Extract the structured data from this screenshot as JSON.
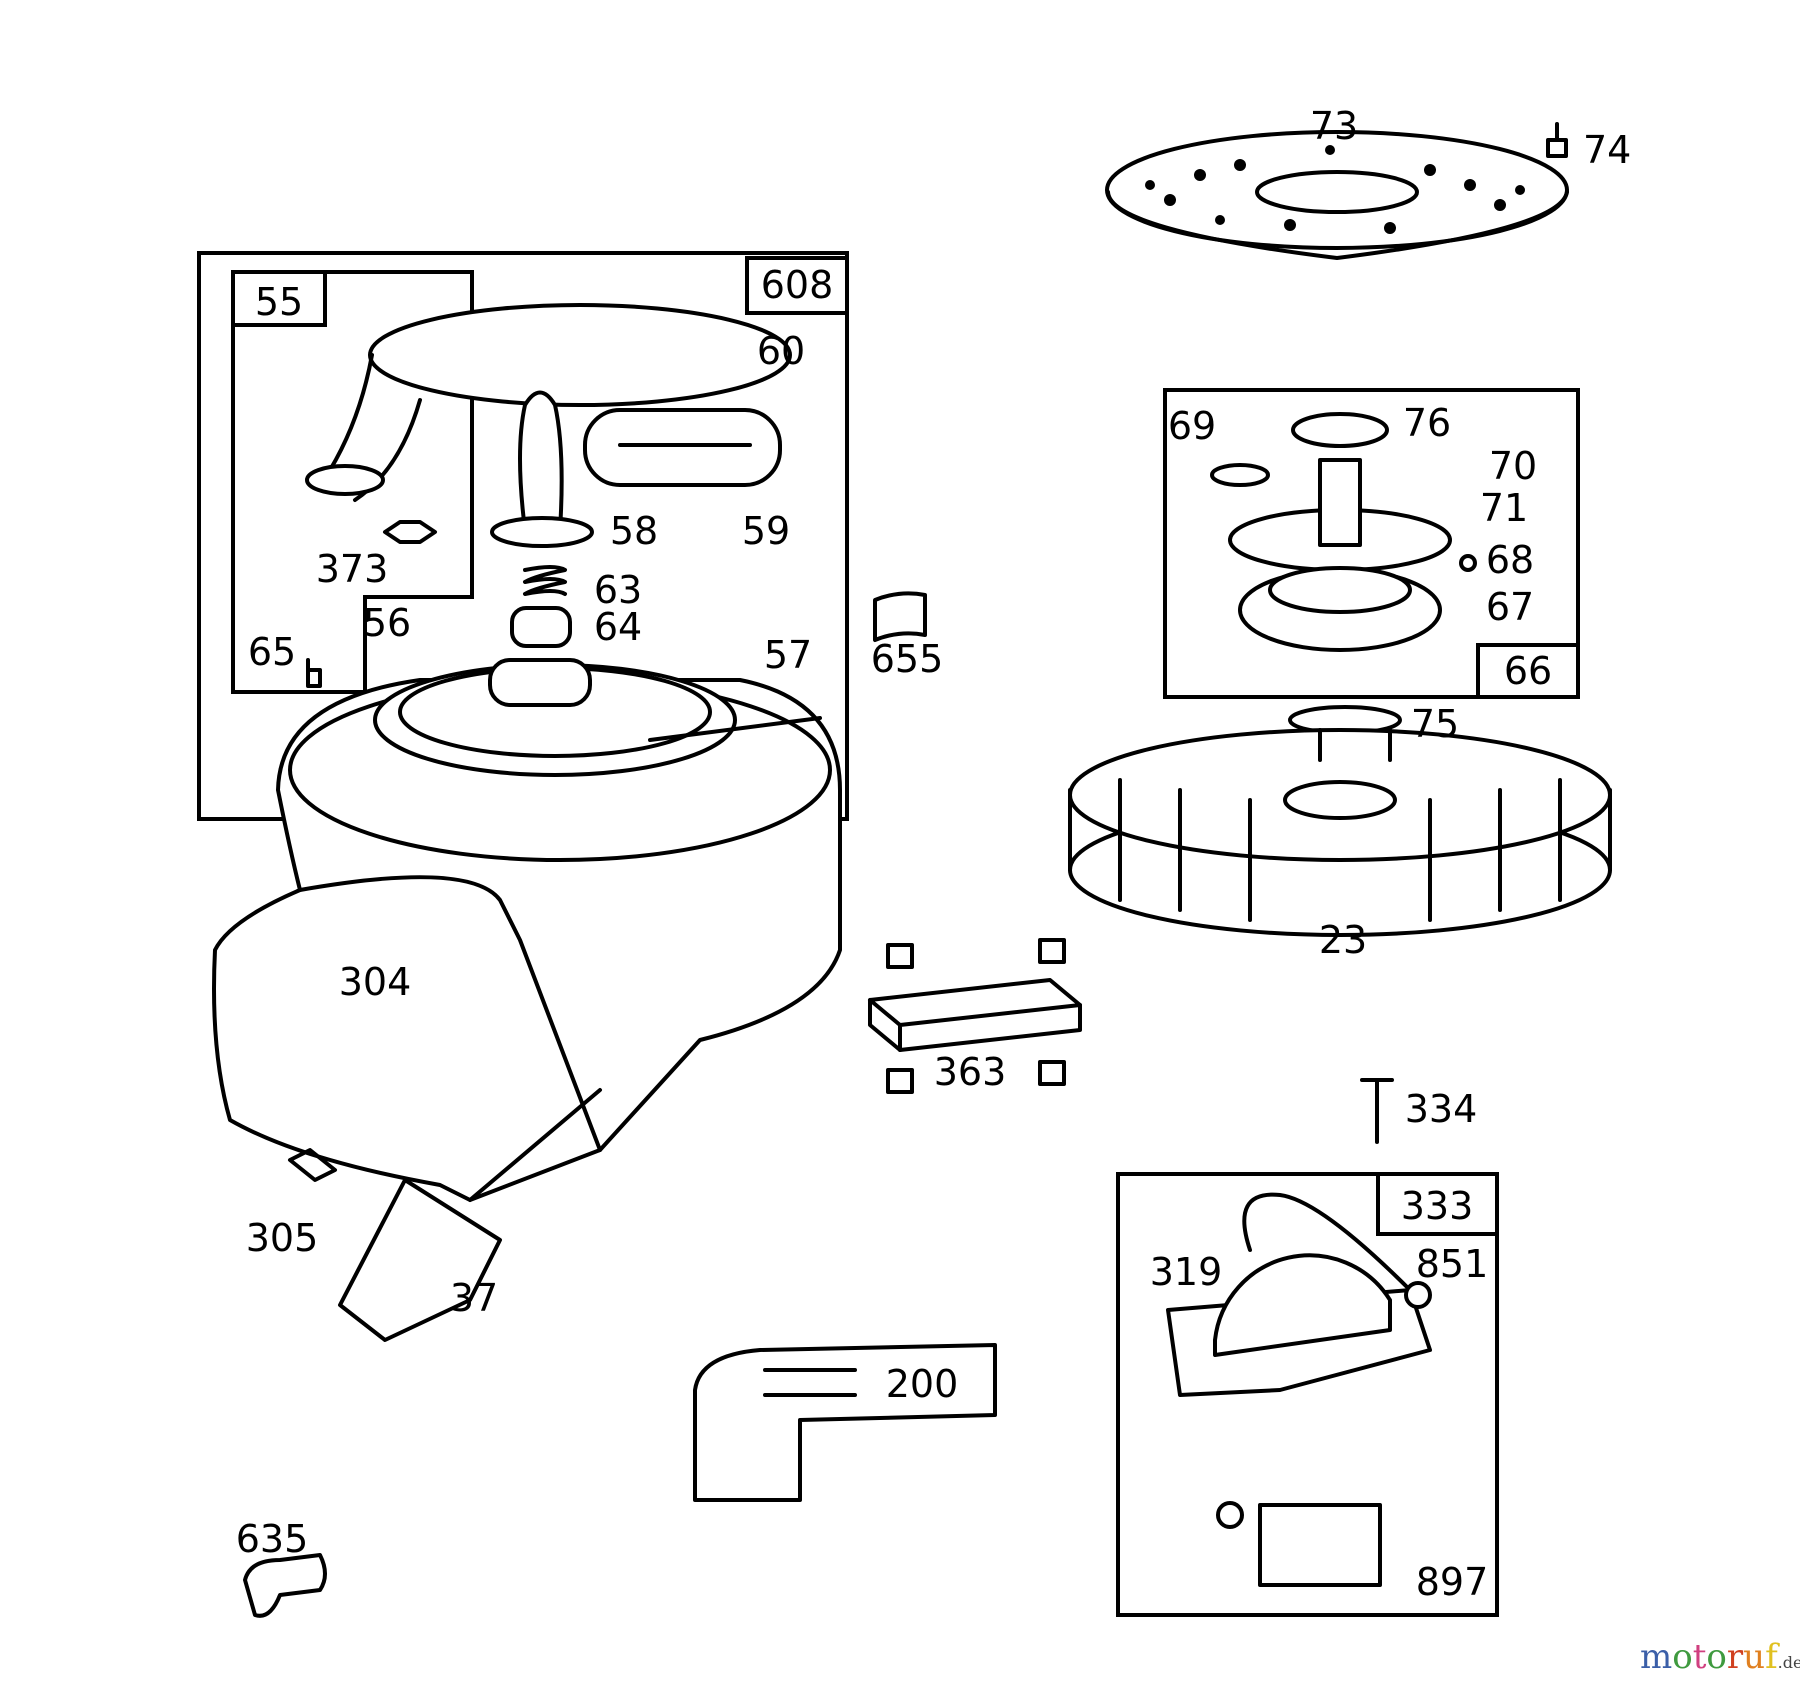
{
  "labels": [
    "73",
    "74",
    "55",
    "608",
    "60",
    "58",
    "59",
    "373",
    "63",
    "64",
    "56",
    "65",
    "57",
    "655",
    "69",
    "76",
    "70",
    "71",
    "68",
    "67",
    "66",
    "75",
    "23",
    "304",
    "363",
    "334",
    "305",
    "37",
    "333",
    "319",
    "851",
    "897",
    "200",
    "635"
  ],
  "watermark": {
    "text": "motoruf",
    "suffix": ".de",
    "colors": [
      "#3b5fa8",
      "#3f9a3f",
      "#d04080",
      "#3f9a3f",
      "#d04020",
      "#e08020",
      "#e0c020"
    ]
  }
}
